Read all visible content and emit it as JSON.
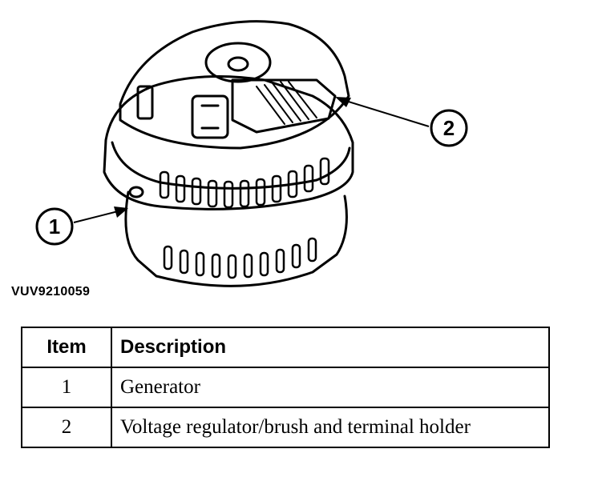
{
  "callouts": [
    {
      "number": "1",
      "target": "generator"
    },
    {
      "number": "2",
      "target": "voltage-regulator"
    }
  ],
  "figure_code": "VUV9210059",
  "table": {
    "headers": {
      "item": "Item",
      "description": "Description"
    },
    "rows": [
      {
        "item": "1",
        "description": "Generator"
      },
      {
        "item": "2",
        "description": "Voltage regulator/brush and terminal holder"
      }
    ]
  }
}
